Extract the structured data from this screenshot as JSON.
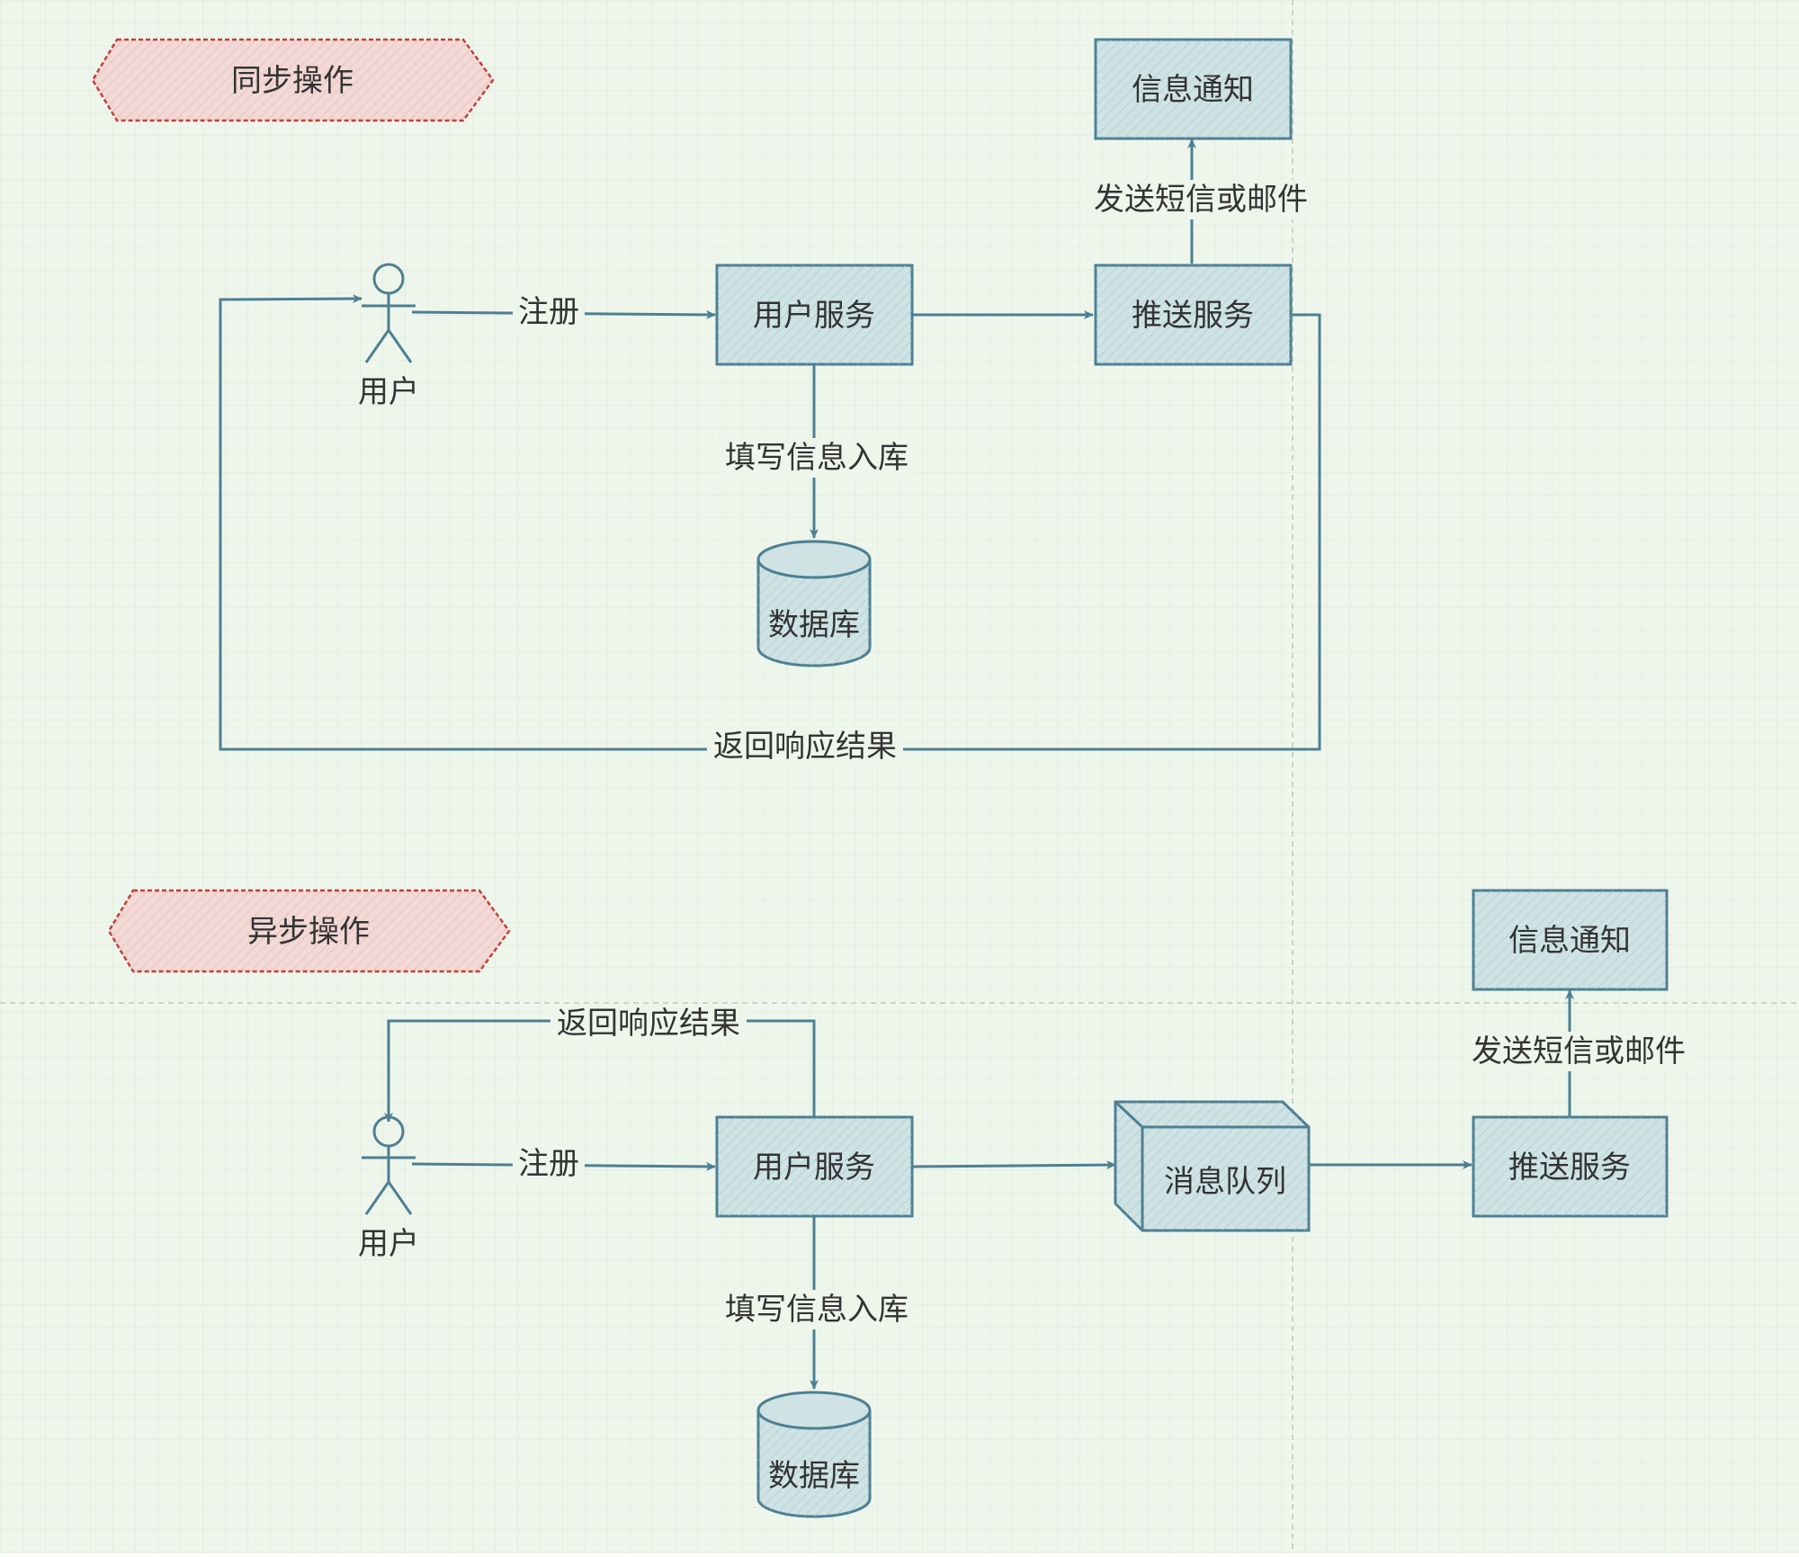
{
  "colors": {
    "background": "#eef6ec",
    "grid": "#d8e8d4",
    "box_fill": "#cfe3e4",
    "box_stroke": "#4d7f92",
    "hatch": "#9fc4c8",
    "tag_fill": "#f2d9d6",
    "tag_stroke": "#c0413a",
    "text": "#333333"
  },
  "sync": {
    "tag": "同步操作",
    "user_label": "用户",
    "register_label": "注册",
    "user_service": "用户服务",
    "push_service": "推送服务",
    "notify": "信息通知",
    "send_label": "发送短信或邮件",
    "db_write_label": "填写信息入库",
    "database": "数据库",
    "return_label": "返回响应结果"
  },
  "async": {
    "tag": "异步操作",
    "user_label": "用户",
    "register_label": "注册",
    "user_service": "用户服务",
    "queue": "消息队列",
    "push_service": "推送服务",
    "notify": "信息通知",
    "send_label": "发送短信或邮件",
    "db_write_label": "填写信息入库",
    "database": "数据库",
    "return_label": "返回响应结果"
  }
}
